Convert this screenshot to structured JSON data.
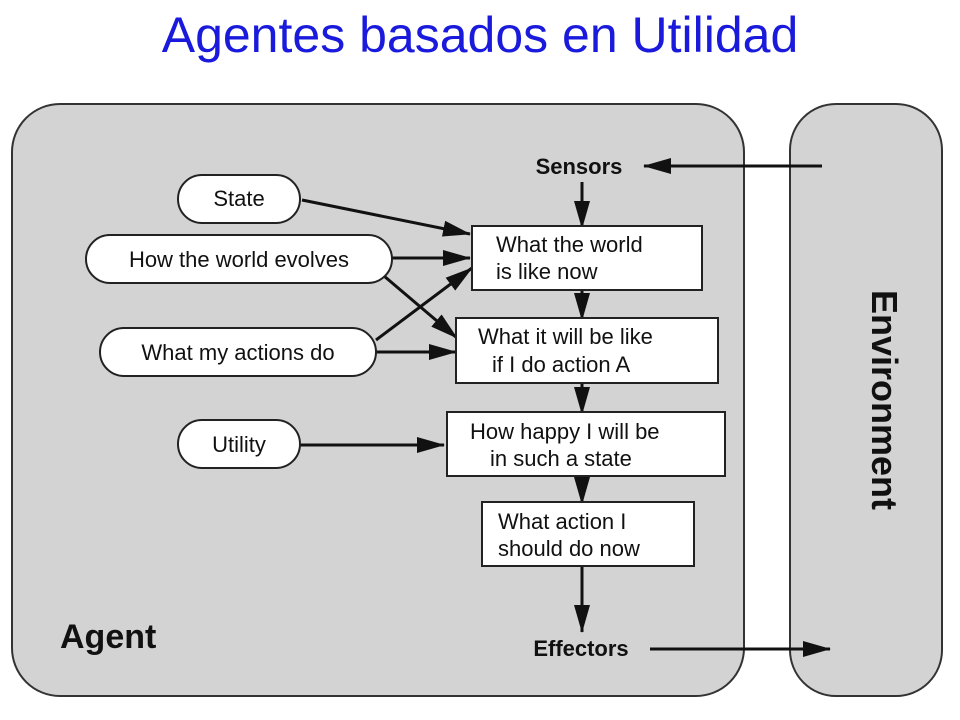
{
  "title": "Agentes basados en Utilidad",
  "agent": {
    "label": "Agent",
    "sensors": "Sensors",
    "effectors": "Effectors"
  },
  "environment": {
    "label": "Environment"
  },
  "pills": {
    "state": "State",
    "evolves": "How the world evolves",
    "actions": "What my actions do",
    "utility": "Utility"
  },
  "boxes": {
    "world_now": [
      "What the world",
      "is like now"
    ],
    "action_a": [
      "What it will be like",
      "if I do action A"
    ],
    "happy": [
      "How happy I will be",
      "in such a state"
    ],
    "decision": [
      "What action I",
      "should do now"
    ]
  },
  "colors": {
    "title": "#1a1adc",
    "panel_fill": "#d3d3d3",
    "outline": "#333333"
  }
}
